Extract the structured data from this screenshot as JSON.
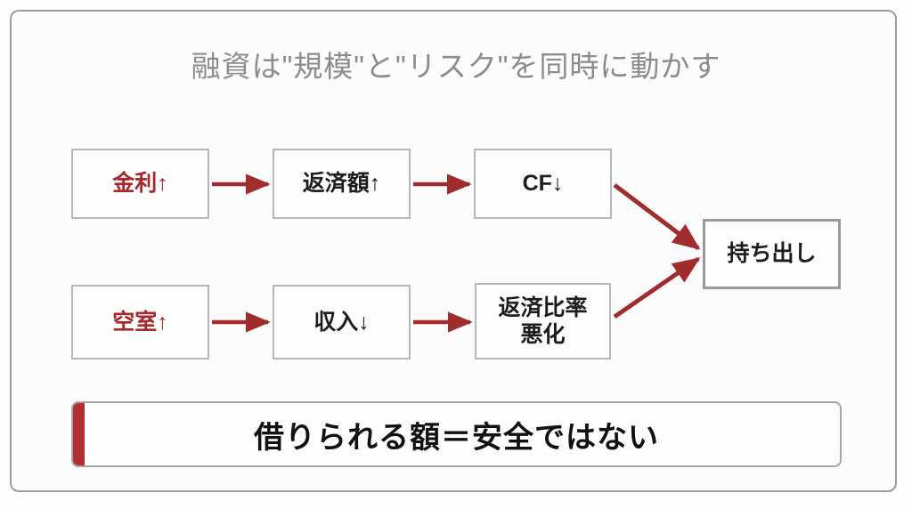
{
  "slide": {
    "title": "融資は\"規模\"と\"リスク\"を同時に動かす",
    "background_color": "#fcfcfc",
    "frame_border_color": "#9d9d9d",
    "title_color": "#8c8c8c"
  },
  "theme": {
    "accent_red": "#a5282c",
    "arrow_red": "#a02c2c",
    "banner_accent_red": "#b12e32",
    "box_border": "#b7b7b7",
    "emphasis_border": "#9a9a9a",
    "text_dark": "#1d1d1d"
  },
  "diagram": {
    "rows": [
      {
        "id": "row-interest-rate",
        "nodes": [
          {
            "id": "kinri",
            "label": "金利↑",
            "accent": true
          },
          {
            "id": "hensai-gaku",
            "label": "返済額↑",
            "accent": false
          },
          {
            "id": "cf",
            "label": "CF↓",
            "accent": false
          }
        ]
      },
      {
        "id": "row-vacancy",
        "nodes": [
          {
            "id": "kushitsu",
            "label": "空室↑",
            "accent": true
          },
          {
            "id": "shunyu",
            "label": "収入↓",
            "accent": false
          },
          {
            "id": "hensai-hiritsu",
            "label_line1": "返済比率",
            "label_line2": "悪化",
            "accent": false
          }
        ]
      }
    ],
    "outcome": {
      "id": "mochidashi",
      "label": "持ち出し",
      "emphasis": true
    },
    "arrows": [
      {
        "from": "kinri",
        "to": "hensai-gaku",
        "style": "straight"
      },
      {
        "from": "hensai-gaku",
        "to": "cf",
        "style": "straight"
      },
      {
        "from": "kushitsu",
        "to": "shunyu",
        "style": "straight"
      },
      {
        "from": "shunyu",
        "to": "hensai-hiritsu",
        "style": "straight"
      },
      {
        "from": "cf",
        "to": "mochidashi",
        "style": "diagonal-down"
      },
      {
        "from": "hensai-hiritsu",
        "to": "mochidashi",
        "style": "diagonal-up"
      }
    ]
  },
  "banner": {
    "text": "借りられる額＝安全ではない",
    "accent_color": "#b12e32"
  }
}
